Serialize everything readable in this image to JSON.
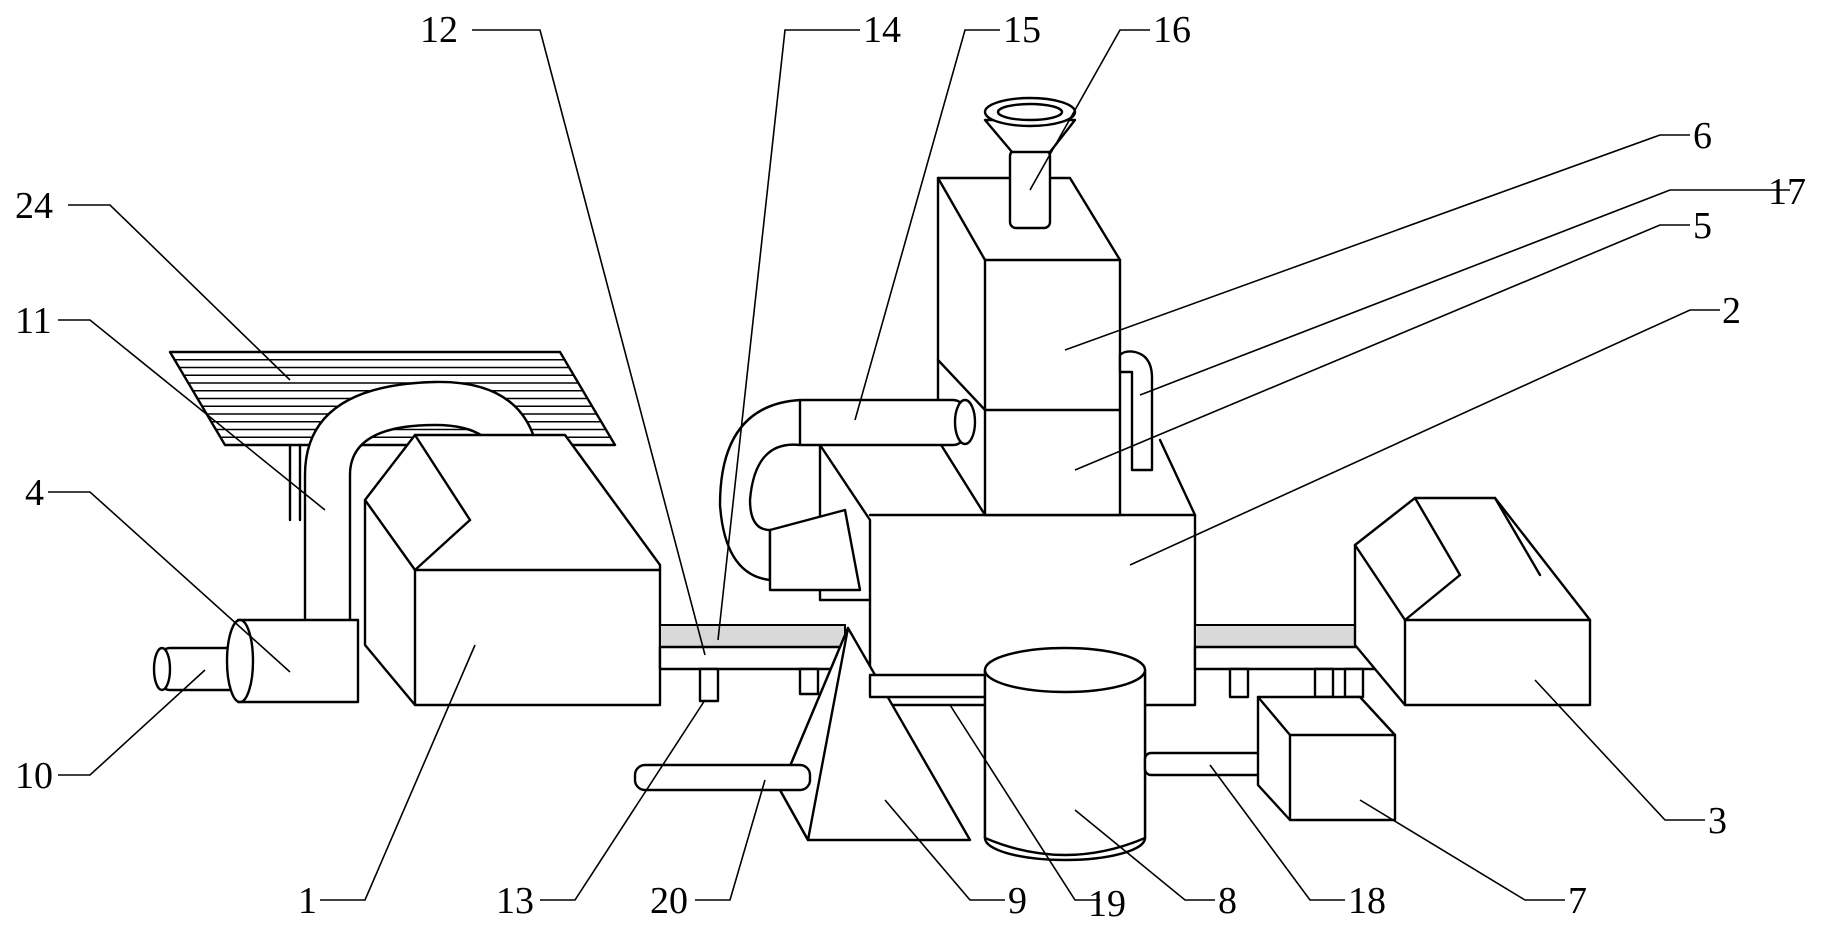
{
  "figure": {
    "background_color": "#ffffff",
    "line_color": "#000000",
    "labels": {
      "1": "1",
      "2": "2",
      "3": "3",
      "4": "4",
      "5": "5",
      "6": "6",
      "7": "7",
      "8": "8",
      "9": "9",
      "10": "10",
      "11": "11",
      "12": "12",
      "13": "13",
      "14": "14",
      "15": "15",
      "16": "16",
      "17": "17",
      "18": "18",
      "19": "19",
      "20": "20",
      "24": "24"
    }
  }
}
